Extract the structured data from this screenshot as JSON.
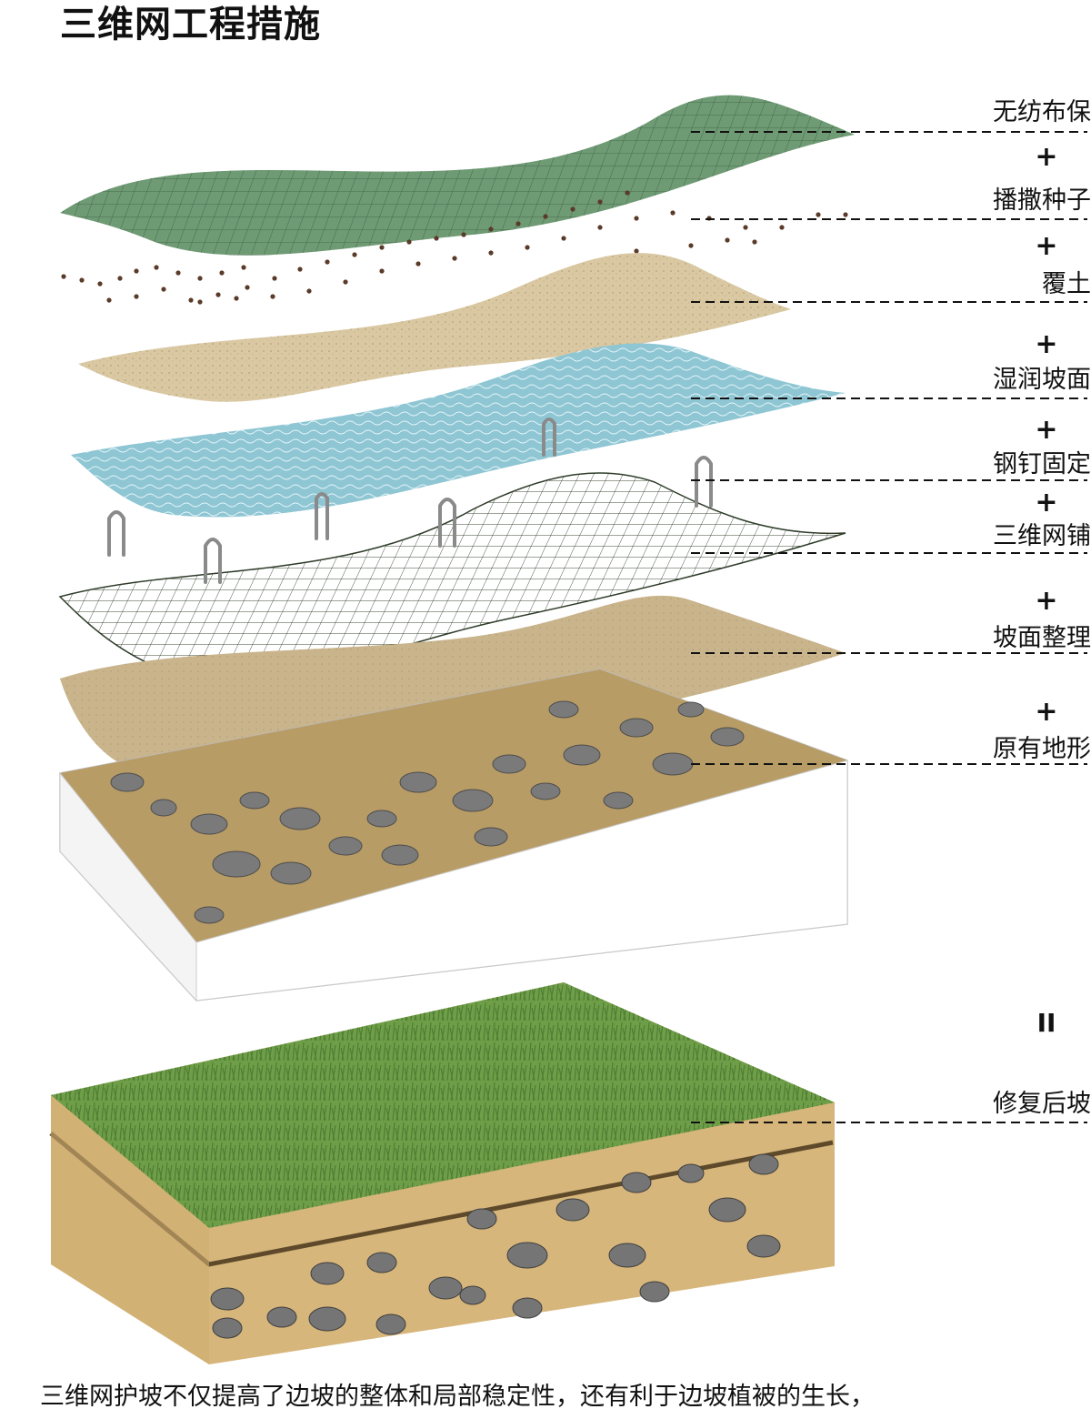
{
  "title": "三维网工程措施",
  "labels": [
    "无纺布保",
    "播撒种子",
    "覆土",
    "湿润坡面",
    "钢钉固定",
    "三维网铺",
    "坡面整理",
    "原有地形"
  ],
  "plus_sign": "+",
  "equals_sign": "II",
  "result_label": "修复后坡",
  "caption": "三维网护坡不仅提高了边坡的整体和局部稳定性，还有利于边坡植被的生长，",
  "colors": {
    "nonwoven_fabric": "#6e9a74",
    "topsoil": "#d9c8a2",
    "wet_layer": "#8fc6d4",
    "mesh": "#2f3d2a",
    "slope_soil": "#c9b48c",
    "original_terrain": "#b89c66",
    "grass": "#6f9e48",
    "rock": "#7a7a7a"
  }
}
